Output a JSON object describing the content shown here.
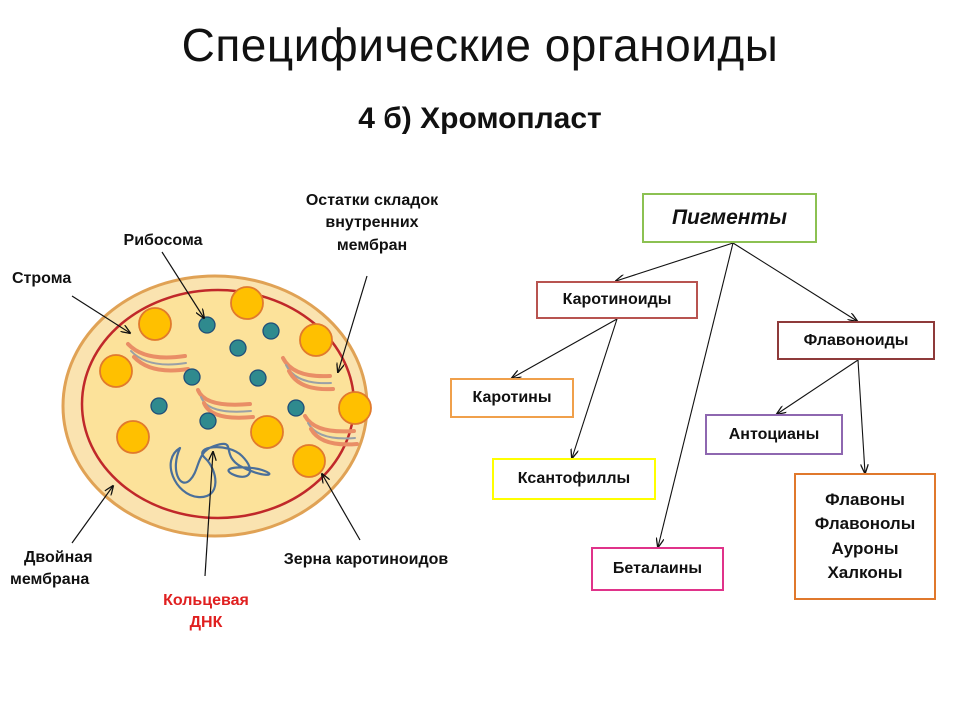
{
  "title": "Специфические органоиды",
  "subtitle": "4 б) Хромопласт",
  "cell_labels": {
    "stroma": "Строма",
    "ribosome": "Рибосома",
    "folds": [
      "Остатки складок",
      "внутренних",
      "мембран"
    ],
    "double_membrane": [
      "Двойная",
      "мембрана"
    ],
    "ring_dna": [
      "Кольцевая",
      "ДНК"
    ],
    "carotenoid_grains": "Зерна каротиноидов"
  },
  "tree": {
    "pigments": "Пигменты",
    "carotenoids": "Каротиноиды",
    "flavonoids": "Флавоноиды",
    "carotenes": "Каротины",
    "xanthophylls": "Ксантофиллы",
    "anthocyanins": "Антоцианы",
    "betalains": "Беталаины",
    "flavones_group": [
      "Флавоны",
      "Флавонолы",
      "Ауроны",
      "Халконы"
    ]
  },
  "colors": {
    "cell_outer": "#fae3b0",
    "cell_outer_stroke": "#e0a255",
    "cell_inner": "#fce29a",
    "inner_membrane": "#c0282a",
    "grain_fill": "#ffc000",
    "grain_stroke": "#e17a2c",
    "ribosome_fill": "#2f8a8e",
    "ribosome_stroke": "#1f4e79",
    "dna": "#4a6f9a",
    "lamella": "#e98e66",
    "box_pigments": "#8cc152",
    "box_carotenoids": "#b85450",
    "box_flavonoids": "#8e3a3a",
    "box_carotenes": "#f0a04b",
    "box_xanthophylls": "#ffff00",
    "box_anthocyanins": "#8e67b0",
    "box_betalains": "#e0338a",
    "box_flavones": "#e0782c",
    "red_label": "#e02020"
  }
}
